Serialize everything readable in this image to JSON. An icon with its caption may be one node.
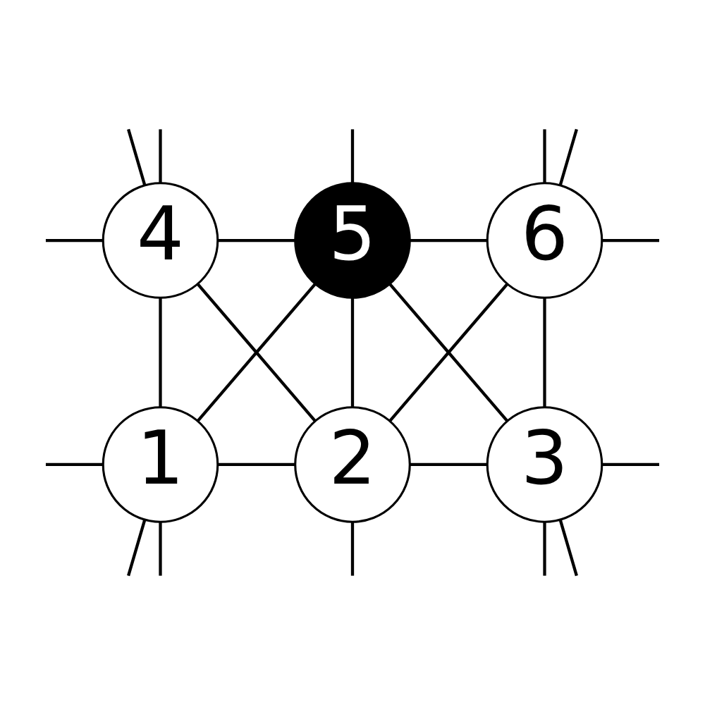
{
  "diagram": {
    "nodes": [
      {
        "text": [
          "4"
        ]
      },
      {
        "text": [
          "5"
        ]
      },
      {
        "text": [
          "6"
        ]
      },
      {
        "text": [
          "1"
        ]
      },
      {
        "text": [
          "2"
        ]
      },
      {
        "text": [
          "3"
        ]
      }
    ],
    "edges": [
      {
        "from": 0,
        "to": 1,
        "arrow": "none"
      },
      {
        "from": 1,
        "to": 2,
        "arrow": "none"
      },
      {
        "from": 3,
        "to": 4,
        "arrow": "none"
      },
      {
        "from": 4,
        "to": 5,
        "arrow": "none"
      },
      {
        "from": 0,
        "to": 3,
        "arrow": "none"
      },
      {
        "from": 1,
        "to": 4,
        "arrow": "none"
      },
      {
        "from": 2,
        "to": 5,
        "arrow": "none"
      },
      {
        "from": 0,
        "to": 4,
        "arrow": "none"
      },
      {
        "from": 1,
        "to": 3,
        "arrow": "none"
      },
      {
        "from": 1,
        "to": 5,
        "arrow": "none"
      },
      {
        "from": 2,
        "to": 4,
        "arrow": "none"
      },
      {
        "from": null,
        "to": 0,
        "arrow": "none"
      },
      {
        "from": null,
        "to": 0,
        "arrow": "none"
      },
      {
        "from": null,
        "to": 0,
        "arrow": "none"
      },
      {
        "from": null,
        "to": 1,
        "arrow": "none"
      },
      {
        "from": null,
        "to": 2,
        "arrow": "none"
      },
      {
        "from": null,
        "to": 2,
        "arrow": "none"
      },
      {
        "from": 2,
        "to": null,
        "arrow": "none"
      },
      {
        "from": null,
        "to": 3,
        "arrow": "none"
      },
      {
        "from": 3,
        "to": null,
        "arrow": "none"
      },
      {
        "from": 3,
        "to": null,
        "arrow": "none"
      },
      {
        "from": 4,
        "to": null,
        "arrow": "none"
      },
      {
        "from": 5,
        "to": null,
        "arrow": "none"
      },
      {
        "from": 5,
        "to": null,
        "arrow": "none"
      },
      {
        "from": 5,
        "to": null,
        "arrow": "none"
      }
    ]
  }
}
